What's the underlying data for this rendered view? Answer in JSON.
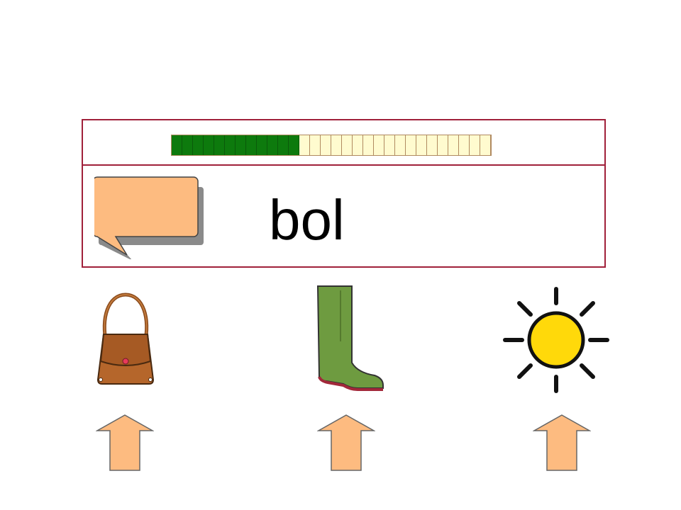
{
  "exercise": {
    "word": "bol",
    "progress": {
      "completed": 12,
      "total": 30
    },
    "speech_button_icon": "speech-bubble-icon",
    "choices": [
      {
        "icon": "handbag-icon",
        "arrow_icon": "up-arrow-icon"
      },
      {
        "icon": "rain-boot-icon",
        "arrow_icon": "up-arrow-icon"
      },
      {
        "icon": "sun-icon",
        "arrow_icon": "up-arrow-icon"
      }
    ]
  },
  "colors": {
    "panel_border": "#a0203a",
    "progress_done": "#0d7a0d",
    "progress_todo": "#fffbcf",
    "button_fill": "#fdbb80",
    "boot_green": "#6e9b40",
    "sun_yellow": "#ffd90a",
    "bag_brown": "#b5662b"
  }
}
